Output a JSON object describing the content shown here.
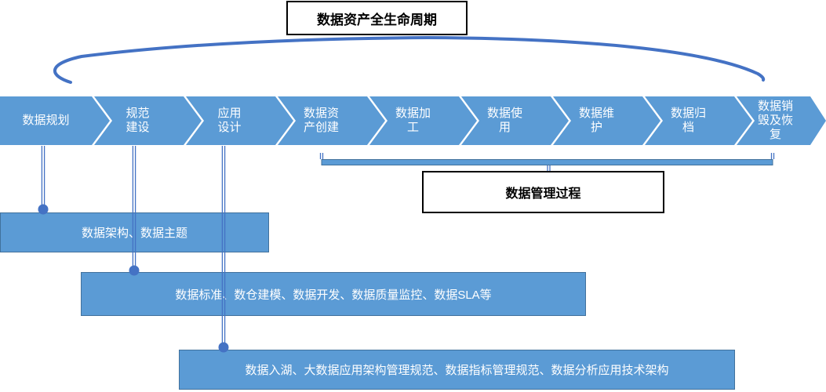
{
  "diagram": {
    "title": "数据资产全生命周期",
    "management_label": "数据管理过程"
  },
  "stages": [
    {
      "label": "数据规划",
      "display": "数据规划"
    },
    {
      "label": "规范建设",
      "display": "规范\n建设"
    },
    {
      "label": "应用设计",
      "display": "应用\n设计"
    },
    {
      "label": "数据资产创建",
      "display": "数据资\n产创建"
    },
    {
      "label": "数据加工",
      "display": "数据加\n工"
    },
    {
      "label": "数据使用",
      "display": "数据使\n用"
    },
    {
      "label": "数据维护",
      "display": "数据维\n护"
    },
    {
      "label": "数据归档",
      "display": "数据归\n档"
    },
    {
      "label": "数据销毁及恢复",
      "display": "数据销\n毁及恢\n复"
    }
  ],
  "detail_boxes": [
    {
      "connected_stage": "数据规划",
      "label": "数据架构、数据主题"
    },
    {
      "connected_stage": "规范建设",
      "label": "数据标准、数仓建模、数据开发、数据质量监控、数据SLA等"
    },
    {
      "connected_stage": "应用设计",
      "label": "数据入湖、大数据应用架构管理规范、数据指标管理规范、数据分析应用技术架构"
    }
  ],
  "colors": {
    "shape_fill": "#5B9BD5",
    "shape_border": "#41719C",
    "connector": "#4472C4",
    "shape_text": "#FFFFFF",
    "label_text": "#000000"
  }
}
